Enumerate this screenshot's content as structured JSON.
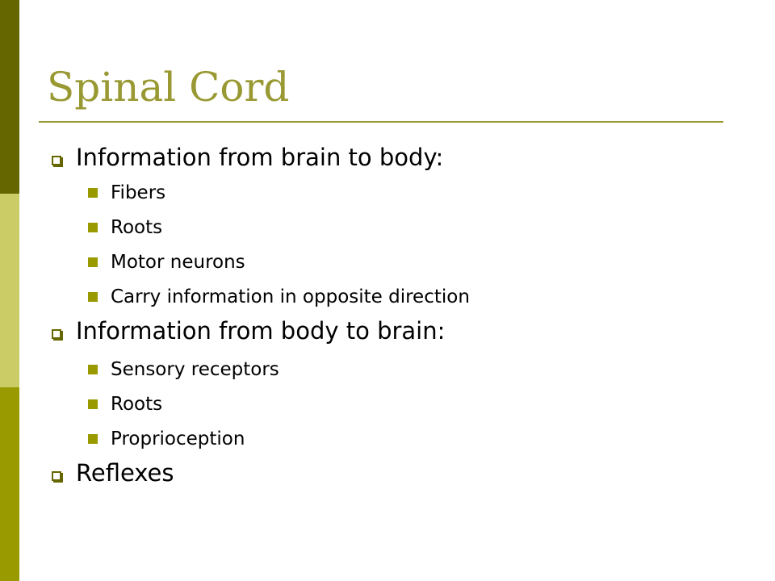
{
  "slide": {
    "title": "Spinal Cord",
    "items": [
      {
        "text": "Information from brain to body:",
        "subitems": [
          "Fibers",
          "Roots",
          "Motor neurons",
          "Carry information in opposite direction"
        ]
      },
      {
        "text": "Information from body to brain:",
        "subitems": [
          "Sensory receptors",
          "Roots",
          "Proprioception"
        ]
      },
      {
        "text": "Reflexes",
        "subitems": []
      }
    ]
  },
  "colors": {
    "title": "#999933",
    "sidebar_dark": "#666600",
    "sidebar_light": "#cccc66",
    "sidebar_mid": "#999900",
    "bullet_l2": "#999900"
  }
}
